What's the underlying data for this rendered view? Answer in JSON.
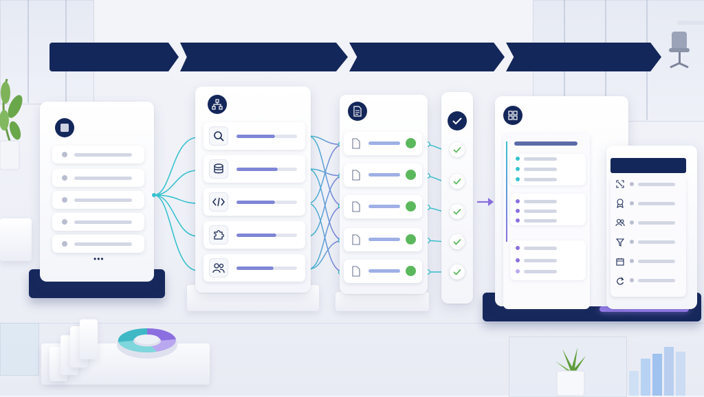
{
  "colors": {
    "navy": "#14275a",
    "teal": "#36c2cf",
    "purple": "#8b6fe0",
    "green": "#5cb85c",
    "gray": "#cfd3e1",
    "bar_purple": "#7f86d6"
  },
  "stages": [
    "",
    "",
    "",
    ""
  ],
  "left_panel": {
    "icon": "square-icon",
    "rows": 5,
    "more": "•••"
  },
  "tools_panel": {
    "header_icon": "sitemap-icon",
    "items": [
      {
        "icon": "search-icon"
      },
      {
        "icon": "database-icon"
      },
      {
        "icon": "code-icon"
      },
      {
        "icon": "puzzle-icon"
      },
      {
        "icon": "users-icon"
      }
    ]
  },
  "docs_panel": {
    "header_icon": "document-icon",
    "rows": 5
  },
  "check_column": {
    "header_icon": "check-icon",
    "rows": 5
  },
  "result_panel": {
    "header_icon": "grid-icon"
  },
  "side_panel": {
    "icons": [
      "expand-icon",
      "badge-icon",
      "user-group-icon",
      "filter-icon",
      "calendar-icon",
      "refresh-icon"
    ]
  }
}
